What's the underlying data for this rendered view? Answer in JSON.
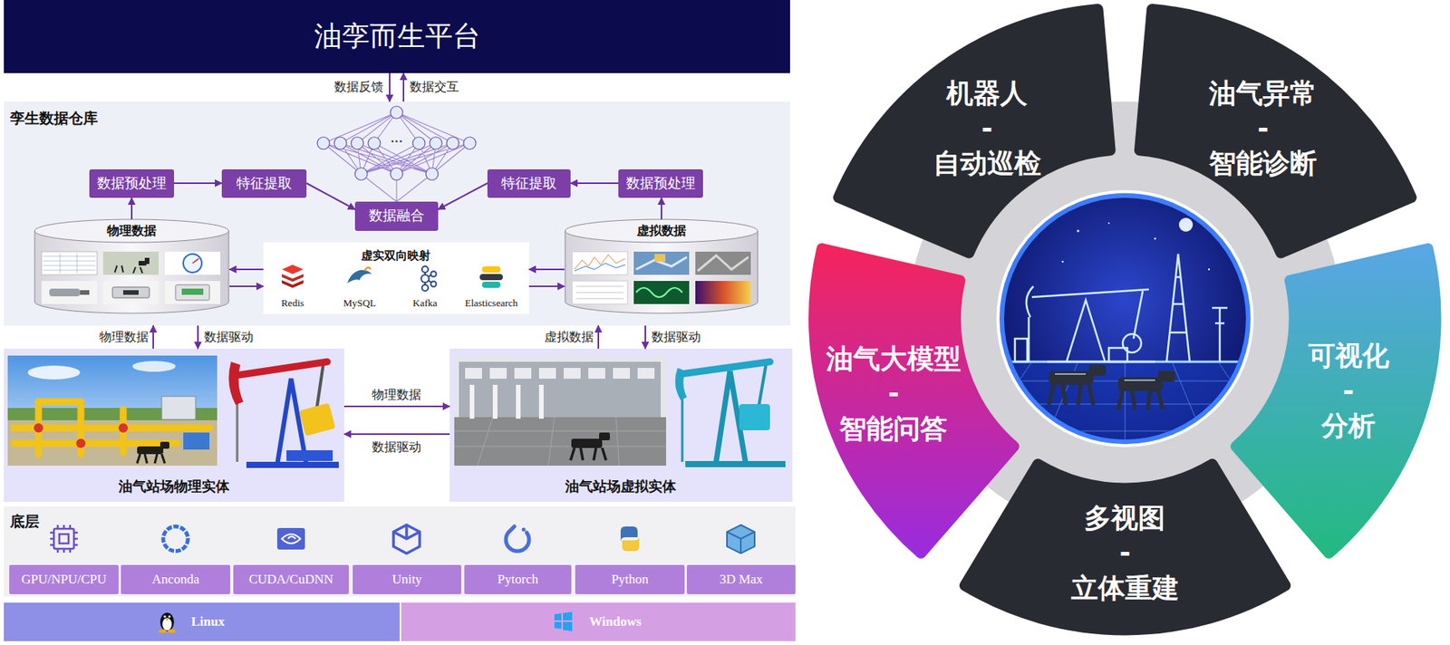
{
  "diagram": {
    "nodes": [
      {
        "text": [
          "油孪而生平台"
        ]
      },
      {
        "text": [
          "孪生数据仓库"
        ]
      },
      {
        "text": [
          "数据预处理"
        ],
        "in": 1
      },
      {
        "text": [
          "特征提取"
        ],
        "in": 1
      },
      {
        "text": [
          "数据融合"
        ],
        "in": 1
      },
      {
        "text": [
          "特征提取"
        ],
        "in": 1
      },
      {
        "text": [
          "数据预处理"
        ],
        "in": 1
      },
      {
        "text": [
          "物理数据"
        ],
        "in": 1
      },
      {
        "text": [
          "虚实双向映射",
          "Redis",
          "MySQL",
          "Kafka",
          "Elasticsearch"
        ],
        "in": 1
      },
      {
        "text": [
          "虚拟数据"
        ],
        "in": 1
      },
      {
        "text": [
          "油气站场物理实体"
        ]
      },
      {
        "text": [
          "油气站场虚拟实体"
        ]
      },
      {
        "text": [
          "底层"
        ]
      },
      {
        "text": [
          "GPU/NPU/CPU"
        ],
        "in": 12
      },
      {
        "text": [
          "Anconda"
        ],
        "in": 12
      },
      {
        "text": [
          "CUDA/CuDNN"
        ],
        "in": 12
      },
      {
        "text": [
          "Unity"
        ],
        "in": 12
      },
      {
        "text": [
          "Pytorch"
        ],
        "in": 12
      },
      {
        "text": [
          "Python"
        ],
        "in": 12
      },
      {
        "text": [
          "3D Max"
        ],
        "in": 12
      },
      {
        "text": [
          "Linux"
        ]
      },
      {
        "text": [
          "Windows"
        ]
      },
      {
        "text": [
          "机器人 - 自动巡检"
        ]
      },
      {
        "text": [
          "油气异常 - 智能诊断"
        ]
      },
      {
        "text": [
          "油气大模型 - 智能问答"
        ]
      },
      {
        "text": [
          "可视化 - 分析"
        ]
      },
      {
        "text": [
          "多视图 - 立体重建"
        ]
      }
    ],
    "edges": [
      {
        "from": 0,
        "to": 1,
        "arrow": "to",
        "label": "数据反馈"
      },
      {
        "from": 1,
        "to": 0,
        "arrow": "to",
        "label": "数据交互"
      },
      {
        "from": 2,
        "to": 3,
        "arrow": "to"
      },
      {
        "from": 3,
        "to": 4,
        "arrow": "to"
      },
      {
        "from": 6,
        "to": 5,
        "arrow": "to"
      },
      {
        "from": 5,
        "to": 4,
        "arrow": "to"
      },
      {
        "from": 7,
        "to": 2,
        "arrow": "to"
      },
      {
        "from": 9,
        "to": 6,
        "arrow": "to"
      },
      {
        "from": 8,
        "to": 7,
        "arrow": "to"
      },
      {
        "from": 7,
        "to": 8,
        "arrow": "to"
      },
      {
        "from": 9,
        "to": 8,
        "arrow": "to"
      },
      {
        "from": 8,
        "to": 9,
        "arrow": "to"
      },
      {
        "from": 10,
        "to": 1,
        "arrow": "to",
        "label": "物理数据"
      },
      {
        "from": 1,
        "to": 10,
        "arrow": "to",
        "label": "数据驱动"
      },
      {
        "from": 11,
        "to": 1,
        "arrow": "to",
        "label": "虚拟数据"
      },
      {
        "from": 1,
        "to": 11,
        "arrow": "to",
        "label": "数据驱动"
      },
      {
        "from": 10,
        "to": 11,
        "arrow": "to",
        "label": "物理数据"
      },
      {
        "from": 11,
        "to": 10,
        "arrow": "to",
        "label": "数据驱动"
      }
    ],
    "labels": [
      "···"
    ]
  }
}
